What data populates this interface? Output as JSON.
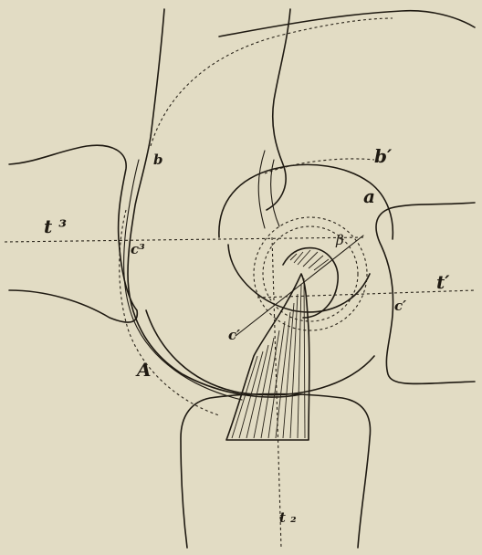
{
  "figure": {
    "background": "#e2dcc4",
    "ink": "#1f1a12",
    "labels": {
      "b": "b",
      "b_prime": "b′",
      "a": "a",
      "t3": "t ³",
      "c3": "c³",
      "beta": "β",
      "t_prime": "t′",
      "c_prime_right": "c′",
      "c_prime_left": "c′",
      "A": "A",
      "t2": "t ₂"
    }
  }
}
